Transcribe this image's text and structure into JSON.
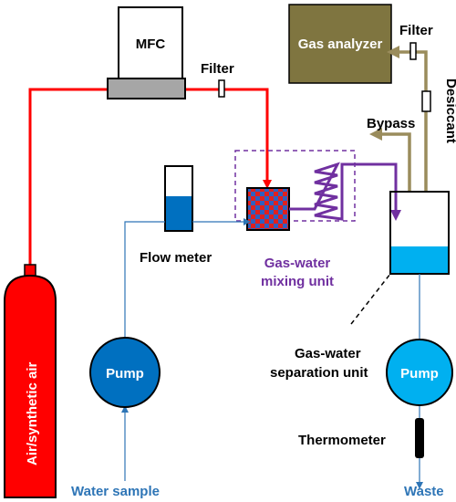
{
  "labels": {
    "mfc": "MFC",
    "filter_top": "Filter",
    "gas_analyzer": "Gas analyzer",
    "filter_right": "Filter",
    "desiccant": "Desiccant",
    "bypass": "Bypass",
    "flow_meter": "Flow meter",
    "gas_water_mixing_line1": "Gas-water",
    "gas_water_mixing_line2": "mixing unit",
    "gas_water_separation_line1": "Gas-water",
    "gas_water_separation_line2": "separation unit",
    "air_cylinder": "Air/synthetic air",
    "pump_left": "Pump",
    "pump_right": "Pump",
    "thermometer": "Thermometer",
    "water_sample": "Water sample",
    "waste": "Waste"
  },
  "colors": {
    "air_line": "#ff0000",
    "gas_return": "#9a8c5c",
    "mixing": "#7030a0",
    "water_line": "#2e75b6",
    "analyzer_fill": "#7f7540",
    "pump_left_fill": "#0070c0",
    "pump_right_fill": "#00b0f0"
  }
}
